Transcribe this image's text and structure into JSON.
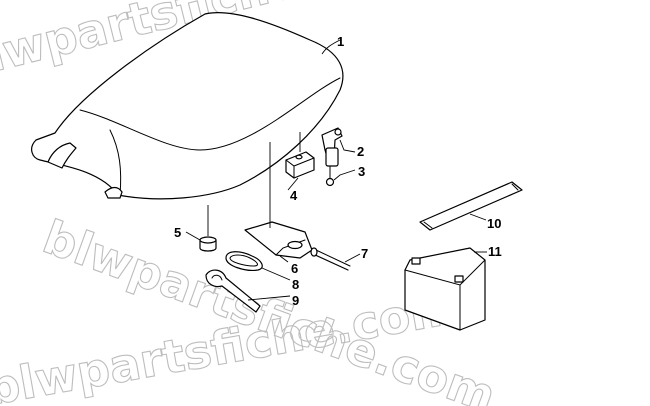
{
  "watermark": {
    "text": "blwpartsfiche.com",
    "color": "#bdbdbd"
  },
  "callouts": [
    "1",
    "2",
    "3",
    "4",
    "5",
    "6",
    "7",
    "8",
    "9",
    "10",
    "11"
  ],
  "colors": {
    "line": "#000000",
    "background": "#ffffff"
  }
}
